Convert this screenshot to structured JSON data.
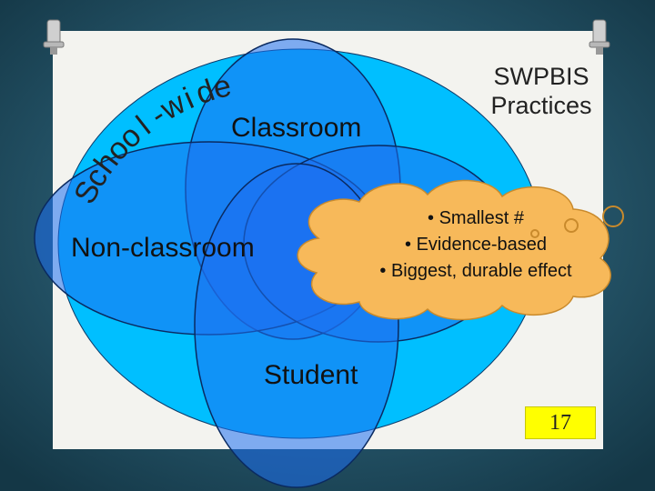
{
  "curved_title": {
    "chars": [
      "S",
      "c",
      "h",
      "o",
      "o",
      "l",
      "-",
      "w",
      "i",
      "d",
      "e"
    ]
  },
  "title": [
    "SWPBIS",
    "Practices"
  ],
  "regions": {
    "classroom": "Classroom",
    "non_classroom": "Non-classroom",
    "student": "Student"
  },
  "callout": {
    "bullets": [
      "Smallest #",
      "Evidence-based",
      "Biggest, durable effect"
    ]
  },
  "slide_number": "17",
  "colors": {
    "outer_circle": "#00bfff",
    "ellipse": "#1e6ff0",
    "background": "#1d4a60",
    "panel": "#f3f3ef",
    "cloud": "#f7b95a",
    "badge": "#ffff00"
  }
}
